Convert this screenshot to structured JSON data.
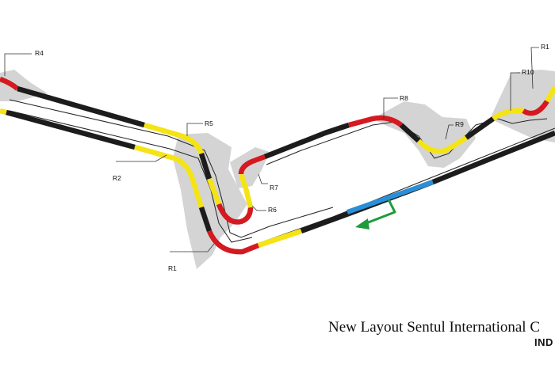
{
  "title": "New Layout Sentul International C",
  "watermark": "IND",
  "corner_labels": [
    {
      "id": "R1",
      "text": "R1"
    },
    {
      "id": "R2",
      "text": "R2"
    },
    {
      "id": "R4",
      "text": "R4"
    },
    {
      "id": "R5",
      "text": "R5"
    },
    {
      "id": "R6",
      "text": "R6"
    },
    {
      "id": "R7",
      "text": "R7"
    },
    {
      "id": "R8",
      "text": "R8"
    },
    {
      "id": "R9",
      "text": "R9"
    },
    {
      "id": "R10",
      "text": "R10"
    },
    {
      "id": "R11",
      "text": "R1"
    }
  ],
  "colors": {
    "asphalt": "#1c1c1c",
    "kerb_red": "#d51920",
    "kerb_yellow": "#f5e415",
    "runoff_gray": "#d4d4d4",
    "pitlane_blue": "#2a8fd6",
    "direction_green": "#1f9a3c",
    "thin_line": "#222222"
  }
}
